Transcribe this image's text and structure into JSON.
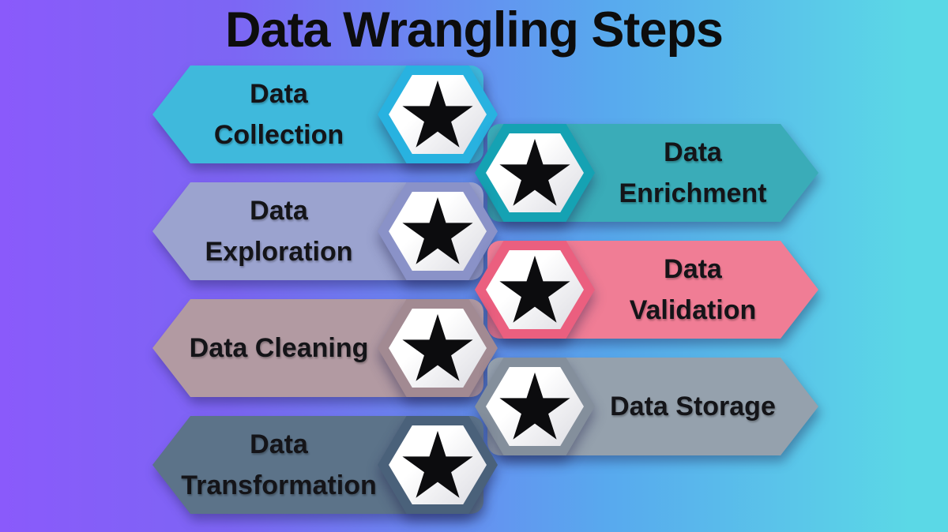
{
  "title": "Data Wrangling Steps",
  "colors": {
    "bg_stops": [
      "#8a5afb",
      "#7d65f4",
      "#58a9ee",
      "#5bd8e6"
    ],
    "title_color": "#0d0d0d",
    "label_color": "#141418",
    "star_color": "#0c0c0e",
    "badge_fill": "#ffffff"
  },
  "badge": {
    "icon": "star-icon",
    "glyph": "★"
  },
  "steps": [
    {
      "id": "data-collection",
      "label": "Data Collection",
      "lines": [
        "Data",
        "Collection"
      ],
      "side": "left",
      "banner": "#3fb9dc",
      "accent": "#28b2e0"
    },
    {
      "id": "data-enrichment",
      "label": "Data Enrichment",
      "lines": [
        "Data",
        "Enrichment"
      ],
      "side": "right",
      "banner": "#3aacb8",
      "accent": "#15a2b3"
    },
    {
      "id": "data-exploration",
      "label": "Data Exploration",
      "lines": [
        "Data",
        "Exploration"
      ],
      "side": "left",
      "banner": "#9ba3cf",
      "accent": "#8a92c8"
    },
    {
      "id": "data-validation",
      "label": "Data Validation",
      "lines": [
        "Data",
        "Validation"
      ],
      "side": "right",
      "banner": "#f07d95",
      "accent": "#eb5f7f"
    },
    {
      "id": "data-cleaning",
      "label": "Data Cleaning",
      "lines": [
        "Data Cleaning"
      ],
      "side": "left",
      "banner": "#b29aa2",
      "accent": "#a28a92"
    },
    {
      "id": "data-storage",
      "label": "Data Storage",
      "lines": [
        "Data Storage"
      ],
      "side": "right",
      "banner": "#95a1ad",
      "accent": "#848f9c"
    },
    {
      "id": "data-transformation",
      "label": "Data Transformation",
      "lines": [
        "Data",
        "Transformation"
      ],
      "side": "left",
      "banner": "#5c7389",
      "accent": "#4a617a"
    }
  ]
}
